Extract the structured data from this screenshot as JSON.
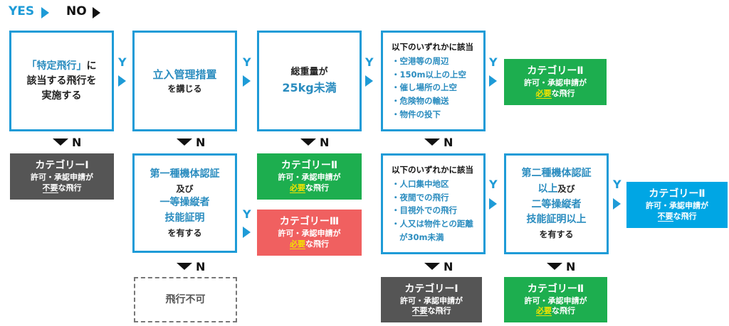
{
  "legend": {
    "yes": "YES",
    "no": "NO"
  },
  "branch": {
    "y": "Y",
    "n": "N"
  },
  "colors": {
    "blue_border": "#1e9bd7",
    "green": "#1dae4f",
    "red": "#f06060",
    "dark": "#555555",
    "cyan": "#00a6e4"
  },
  "nodes": {
    "q1": {
      "line1a": "「特定飛行」",
      "line1b": "に",
      "line2": "該当する飛行を",
      "line3": "実施する"
    },
    "q2": {
      "line1": "立入管理措置",
      "line2": "を講じる"
    },
    "q3": {
      "line1": "総重量が",
      "line2": "25kg未満"
    },
    "q4": {
      "heading": "以下のいずれかに該当",
      "items": [
        "・空港等の周辺",
        "・150m以上の上空",
        "・催し場所の上空",
        "・危険物の輸送",
        "・物件の投下"
      ]
    },
    "q5": {
      "line1": "第一種機体認証",
      "line2": "及び",
      "line3": "一等操縦者",
      "line4": "技能証明",
      "line5": "を有する"
    },
    "q6": {
      "heading": "以下のいずれかに該当",
      "items": [
        "・人口集中地区",
        "・夜間での飛行",
        "・目視外での飛行",
        "・人又は物件との距離",
        "が30m未満"
      ]
    },
    "q7": {
      "line1": "第二種機体認証",
      "line2a": "以上",
      "line2b": "及び",
      "line3": "二等操縦者",
      "line4": "技能証明以上",
      "line5": "を有する"
    },
    "no_flight": {
      "label": "飛行不可"
    }
  },
  "categories": {
    "cat1_top": {
      "title": "カテゴリーⅠ",
      "sub1": "許可・承認申請が",
      "emph": "不要",
      "sub2": "な飛行"
    },
    "cat2_top": {
      "title": "カテゴリーⅡ",
      "sub1": "許可・承認申請が",
      "emph": "必要",
      "sub2": "な飛行"
    },
    "cat2_mid": {
      "title": "カテゴリーⅡ",
      "sub1": "許可・承認申請が",
      "emph": "必要",
      "sub2": "な飛行"
    },
    "cat3": {
      "title": "カテゴリーⅢ",
      "sub1": "許可・承認申請が",
      "emph": "必要",
      "sub2": "な飛行"
    },
    "cat2_right": {
      "title": "カテゴリーⅡ",
      "sub1": "許可・承認申請が",
      "emph": "不要",
      "sub2": "な飛行"
    },
    "cat1_bot": {
      "title": "カテゴリーⅠ",
      "sub1": "許可・承認申請が",
      "emph": "不要",
      "sub2": "な飛行"
    },
    "cat2_bot": {
      "title": "カテゴリーⅡ",
      "sub1": "許可・承認申請が",
      "emph": "必要",
      "sub2": "な飛行"
    }
  }
}
